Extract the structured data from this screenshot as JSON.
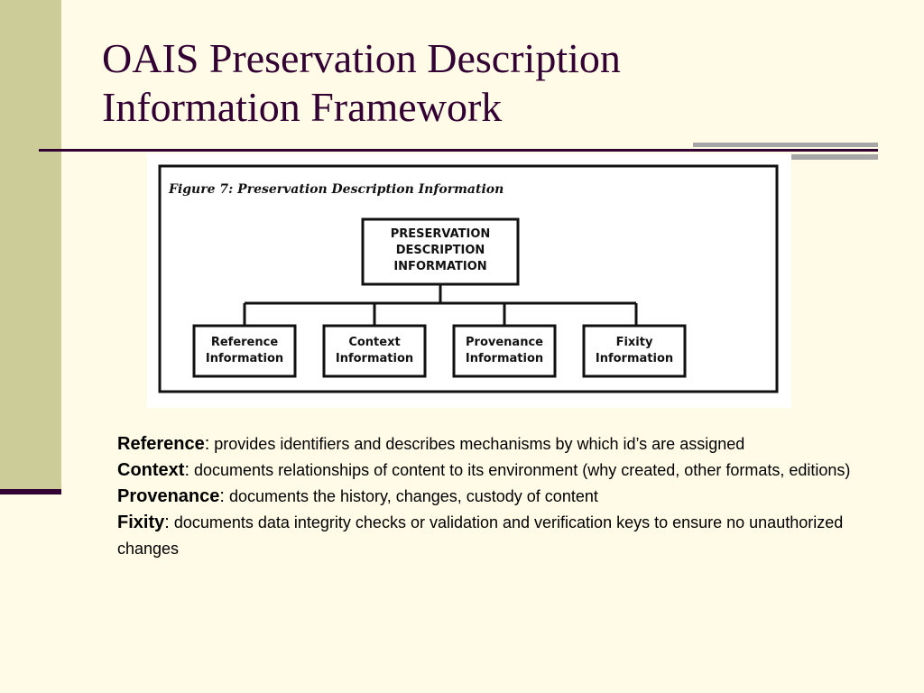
{
  "slide": {
    "title_line1": "OAIS Preservation Description",
    "title_line2": "Information Framework"
  },
  "figure": {
    "caption": "Figure 7: Preservation Description Information",
    "root": {
      "lines": [
        "PRESERVATION",
        "DESCRIPTION",
        "INFORMATION"
      ]
    },
    "children": [
      {
        "lines": [
          "Reference",
          "Information"
        ]
      },
      {
        "lines": [
          "Context",
          "Information"
        ]
      },
      {
        "lines": [
          "Provenance",
          "Information"
        ]
      },
      {
        "lines": [
          "Fixity",
          "Information"
        ]
      }
    ]
  },
  "descriptions": [
    {
      "term": "Reference",
      "colon": ":",
      "text": " provides identifiers and describes mechanisms by which id’s are assigned"
    },
    {
      "term": "Context",
      "colon": ":",
      "text": " documents relationships of content to its environment  (why created, other formats, editions)"
    },
    {
      "term": "Provenance",
      "colon": ":",
      "text": " documents the history, changes, custody of content"
    },
    {
      "term": "Fixity",
      "colon": ":",
      "text": " documents data integrity checks or validation and verification keys to ensure no unauthorized changes"
    }
  ],
  "colors": {
    "background": "#fffbe6",
    "left_band": "#cccc99",
    "accent": "#330033",
    "corner_bars": "#a6a6a6"
  }
}
